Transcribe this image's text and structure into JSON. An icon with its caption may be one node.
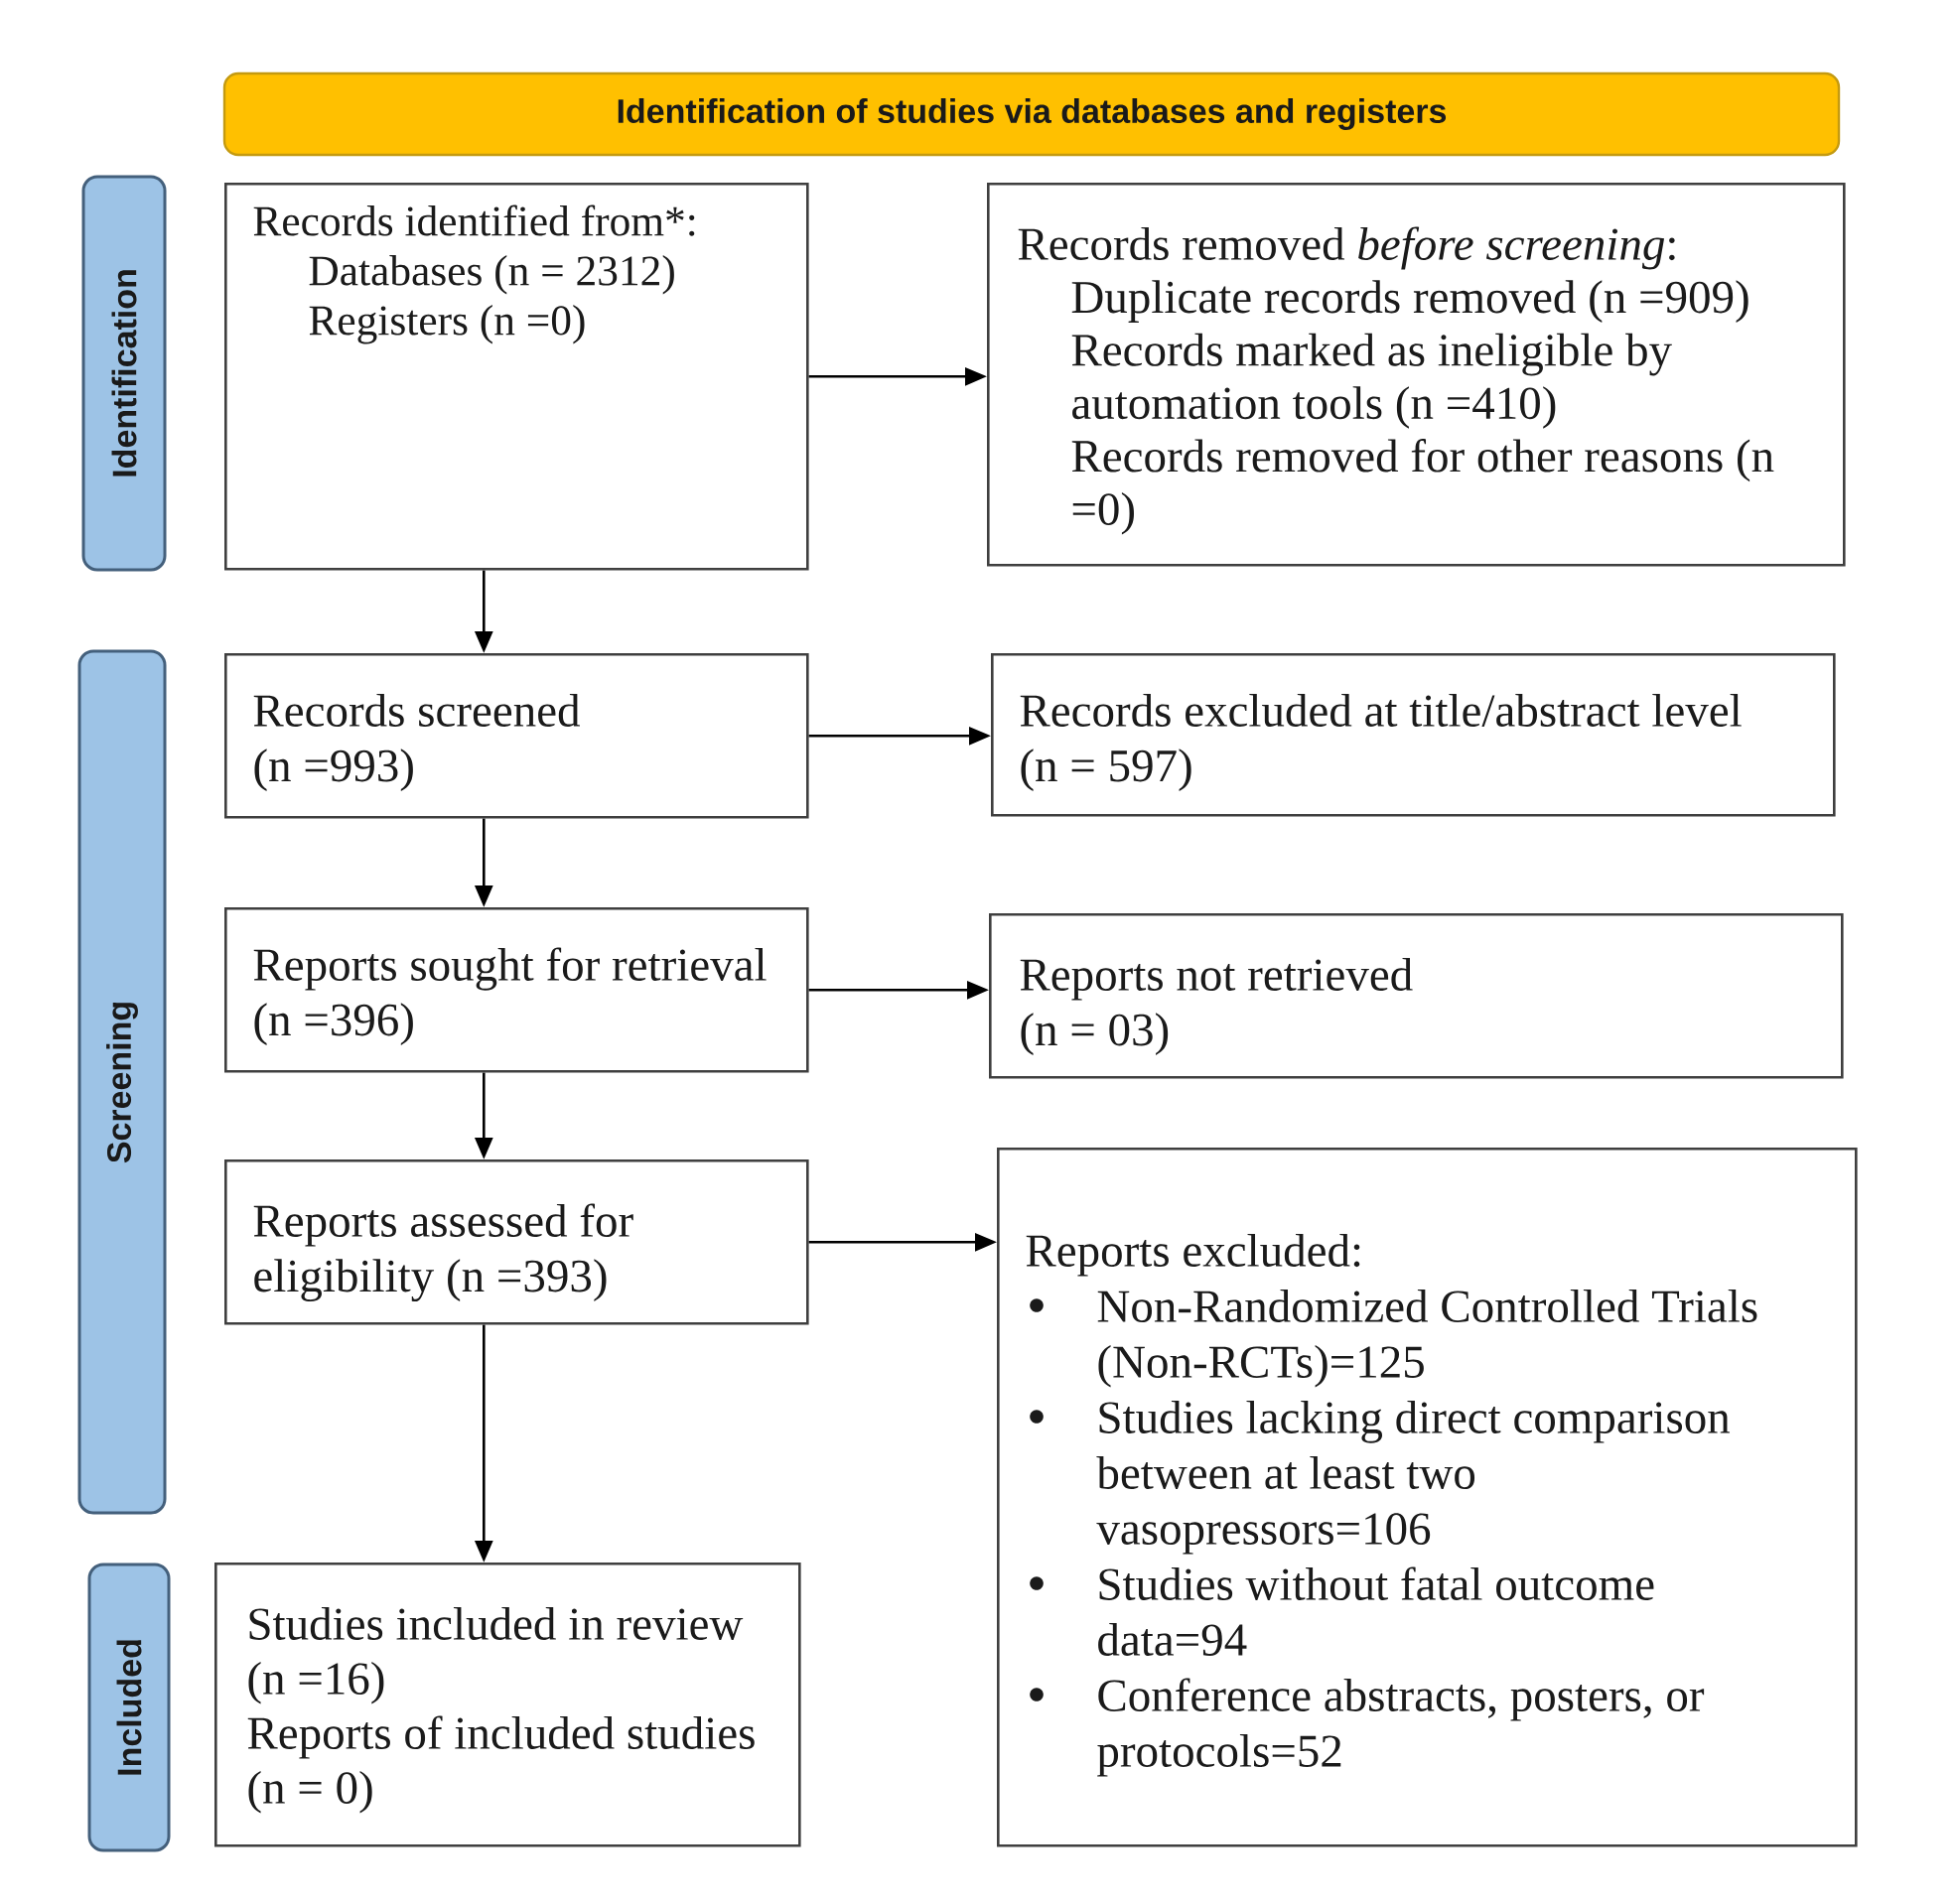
{
  "diagram": {
    "nodes": [
      {
        "text": [
          "Identification of studies via databases and registers"
        ]
      },
      {
        "text": [
          "Identification"
        ]
      },
      {
        "text": [
          "Records identified from*:",
          "Databases (n = 2312)",
          "Registers (n =0)"
        ]
      },
      {
        "text": [
          "Records removed *before screening*:",
          "Duplicate records removed (n =909)",
          "Records marked as ineligible by automation tools (n =410)",
          "Records removed for other reasons (n =0)"
        ]
      },
      {
        "text": [
          "Screening"
        ]
      },
      {
        "text": [
          "Records screened",
          "(n =993)"
        ]
      },
      {
        "text": [
          "Records excluded at title/abstract level",
          "(n = 597)"
        ]
      },
      {
        "text": [
          "Reports sought for retrieval",
          "(n =396)"
        ]
      },
      {
        "text": [
          "Reports not retrieved",
          "(n = 03)"
        ]
      },
      {
        "text": [
          "Reports assessed for eligibility (n =393)"
        ]
      },
      {
        "text": [
          "Reports excluded:",
          "Non-Randomized Controlled Trials (Non-RCTs)=125",
          "Studies lacking direct comparison between at least two vasopressors=106",
          "Studies without fatal outcome data=94",
          "Conference abstracts, posters, or protocols=52"
        ]
      },
      {
        "text": [
          "Included"
        ]
      },
      {
        "text": [
          "Studies included in review",
          "(n =16)",
          "Reports of included studies",
          "(n = 0)"
        ]
      }
    ],
    "edges": [
      {
        "from": 2,
        "to": 3,
        "arrow": "to"
      },
      {
        "from": 2,
        "to": 5,
        "arrow": "to"
      },
      {
        "from": 5,
        "to": 6,
        "arrow": "to"
      },
      {
        "from": 5,
        "to": 7,
        "arrow": "to"
      },
      {
        "from": 7,
        "to": 8,
        "arrow": "to"
      },
      {
        "from": 7,
        "to": 9,
        "arrow": "to"
      },
      {
        "from": 9,
        "to": 10,
        "arrow": "to"
      },
      {
        "from": 9,
        "to": 12,
        "arrow": "to"
      }
    ]
  }
}
